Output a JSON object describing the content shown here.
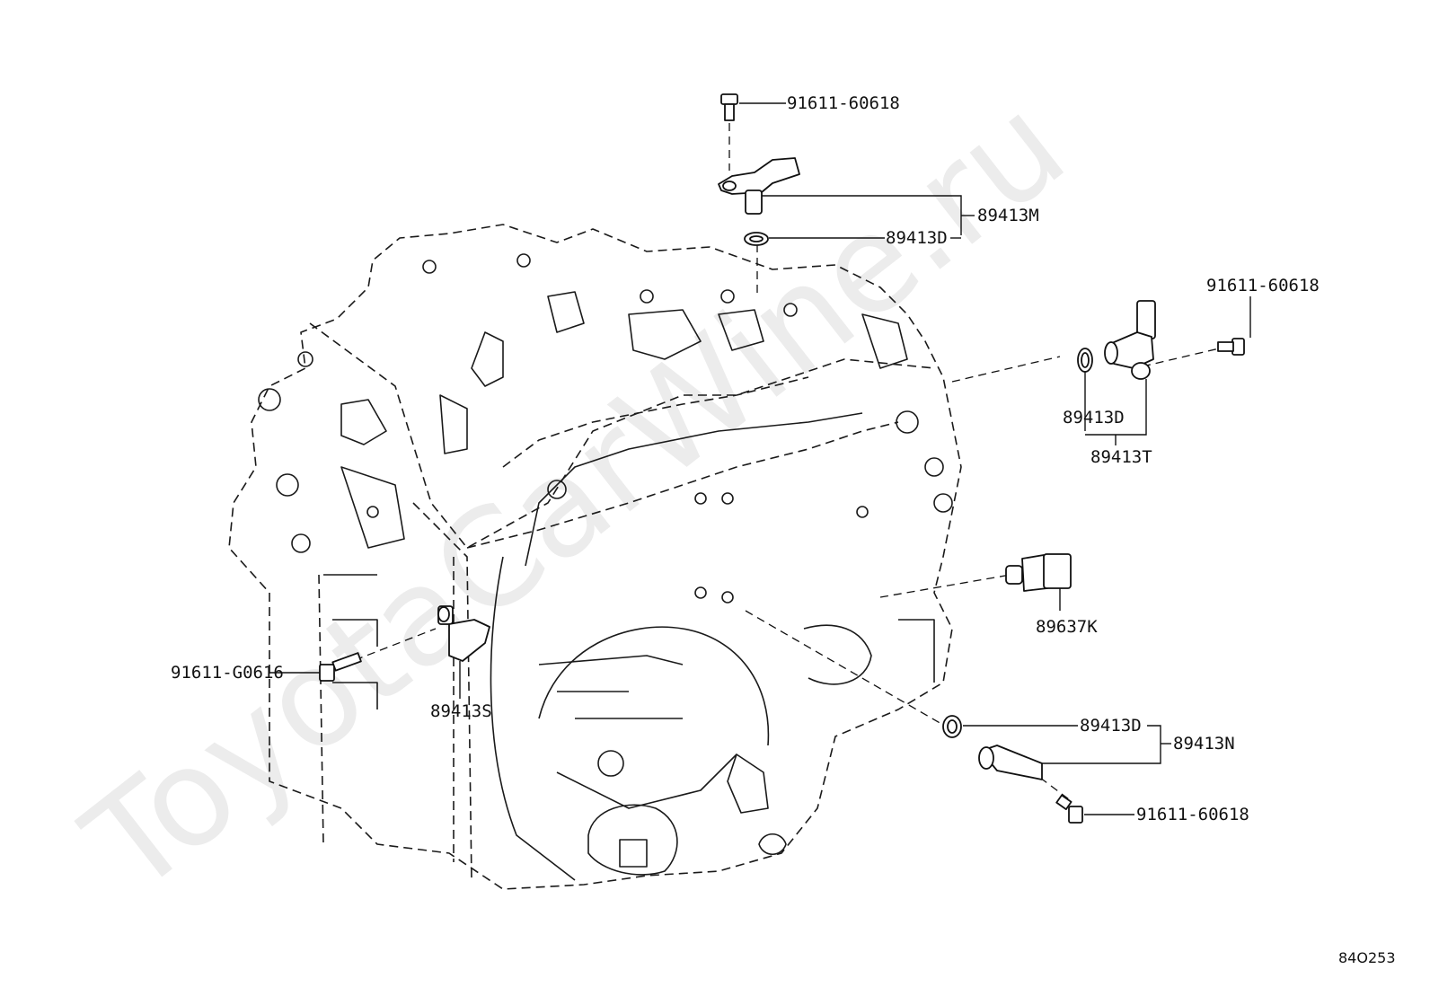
{
  "watermark": "ToyotaCarWine.ru",
  "diagram_code": "84O253",
  "labels": {
    "bolt_top": "91611-60618",
    "sensor_top": "89413M",
    "oring_top": "89413D",
    "bolt_right": "91611-60618",
    "oring_right": "89413D",
    "sensor_right": "89413T",
    "sensor_temp": "89637K",
    "oring_lower": "89413D",
    "sensor_lower": "89413N",
    "bolt_lower": "91611-60618",
    "bolt_left": "91611-G0616",
    "sensor_left": "89413S"
  }
}
